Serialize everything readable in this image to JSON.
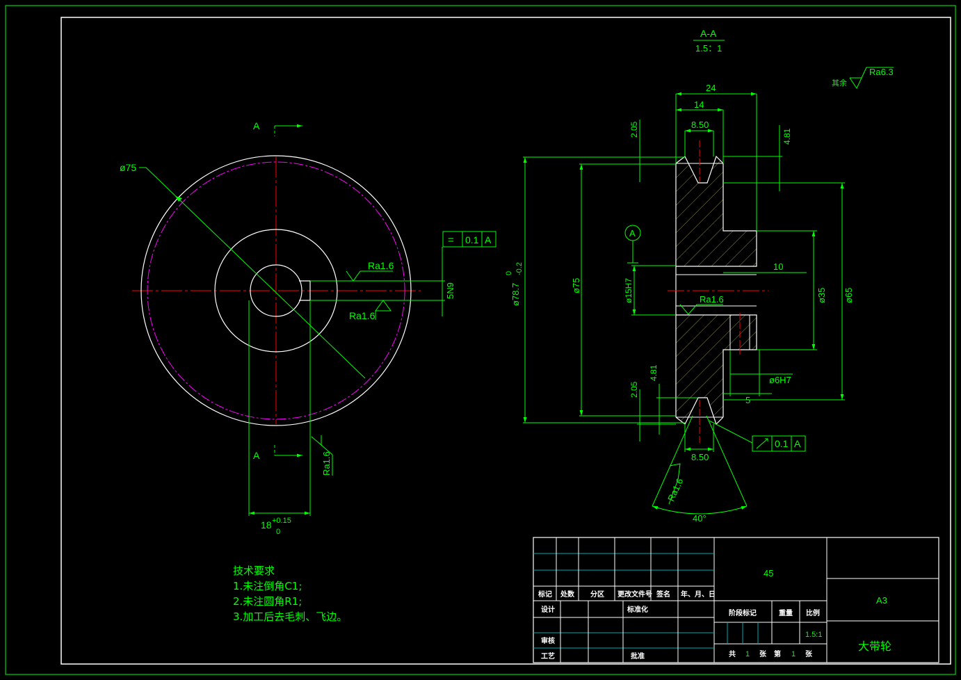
{
  "section_title": "A-A",
  "section_scale": "1.5：1",
  "section_marker": "A",
  "feature_marker": "A",
  "dims": {
    "d75_left": "ø75",
    "ra_key_top": "Ra1.6",
    "ra_key_bottom": "Ra1.6",
    "ra_hub": "Ra1.6",
    "key_width": "5N9",
    "tol_symbol": "=",
    "tol_value": "0.1",
    "tol_datum": "A",
    "keyway_depth_main": "18",
    "keyway_depth_upper": "+0.15",
    "keyway_depth_lower": "0",
    "d24": "24",
    "d14": "14",
    "d850_top": "8.50",
    "d850_bottom": "8.50",
    "d205_top": "2.05",
    "d481_top": "4.81",
    "d205_bottom": "2.05",
    "d481_bottom": "4.81",
    "d787": "ø78.7",
    "d787_up": "0",
    "d787_low": "-0.2",
    "d75": "ø75",
    "d15": "ø15H7",
    "d10": "10",
    "ra_bore": "Ra1.6",
    "d35": "ø35",
    "d65": "ø65",
    "d6": "ø6H7",
    "d5": "5",
    "ra_groove": "Ra1.6",
    "angle": "40°",
    "runout_value": "0.1",
    "runout_datum": "A",
    "other_label": "其余",
    "other_ra": "Ra6.3"
  },
  "notes": {
    "title": "技术要求",
    "items": [
      "1.未注倒角C1;",
      "2.未注圆角R1;",
      "3.加工后去毛刺、飞边。"
    ]
  },
  "title_block": {
    "material": "45",
    "sheet_size": "A3",
    "part_name": "大带轮",
    "headers": [
      "标记",
      "处数",
      "分区",
      "更改文件号",
      "签名",
      "年、月、日"
    ],
    "design": "设计",
    "standardize": "标准化",
    "review": "审核",
    "process": "工艺",
    "approve": "批准",
    "stage_mark": "阶段标记",
    "weight": "重量",
    "scale_label": "比例",
    "scale_value": "1.5:1",
    "total_label": "共",
    "total_value": "1",
    "sheets_label": "张",
    "page_label": "第",
    "page_value": "1",
    "sheet_label": "张"
  },
  "colors": {
    "outline": "#ffffff",
    "dimension": "#00ff00",
    "centerline": "#ff0000",
    "pitch_circle": "#ff00ff",
    "hatch": "#8a8a4a",
    "grid_lines": "#00aaaa"
  }
}
